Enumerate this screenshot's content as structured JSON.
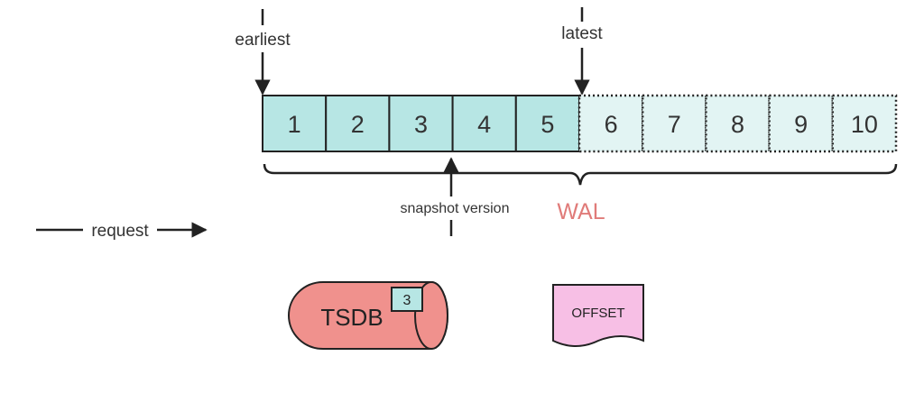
{
  "labels": {
    "earliest": "earliest",
    "latest": "latest",
    "snapshot": "snapshot version",
    "wal": "WAL",
    "request": "request",
    "tsdb": "TSDB",
    "tsdb_badge": "3",
    "offset": "OFFSET"
  },
  "cells": [
    {
      "label": "1",
      "committed": true
    },
    {
      "label": "2",
      "committed": true
    },
    {
      "label": "3",
      "committed": true
    },
    {
      "label": "4",
      "committed": true
    },
    {
      "label": "5",
      "committed": true
    },
    {
      "label": "6",
      "committed": false
    },
    {
      "label": "7",
      "committed": false
    },
    {
      "label": "8",
      "committed": false
    },
    {
      "label": "9",
      "committed": false
    },
    {
      "label": "10",
      "committed": false
    }
  ],
  "colors": {
    "committed_fill": "#b7e6e4",
    "pending_fill": "#e2f4f3",
    "stroke": "#222222",
    "wal_text": "#e07b79",
    "tsdb_fill": "#f0918d",
    "offset_fill": "#f7bfe5",
    "text": "#333333"
  }
}
